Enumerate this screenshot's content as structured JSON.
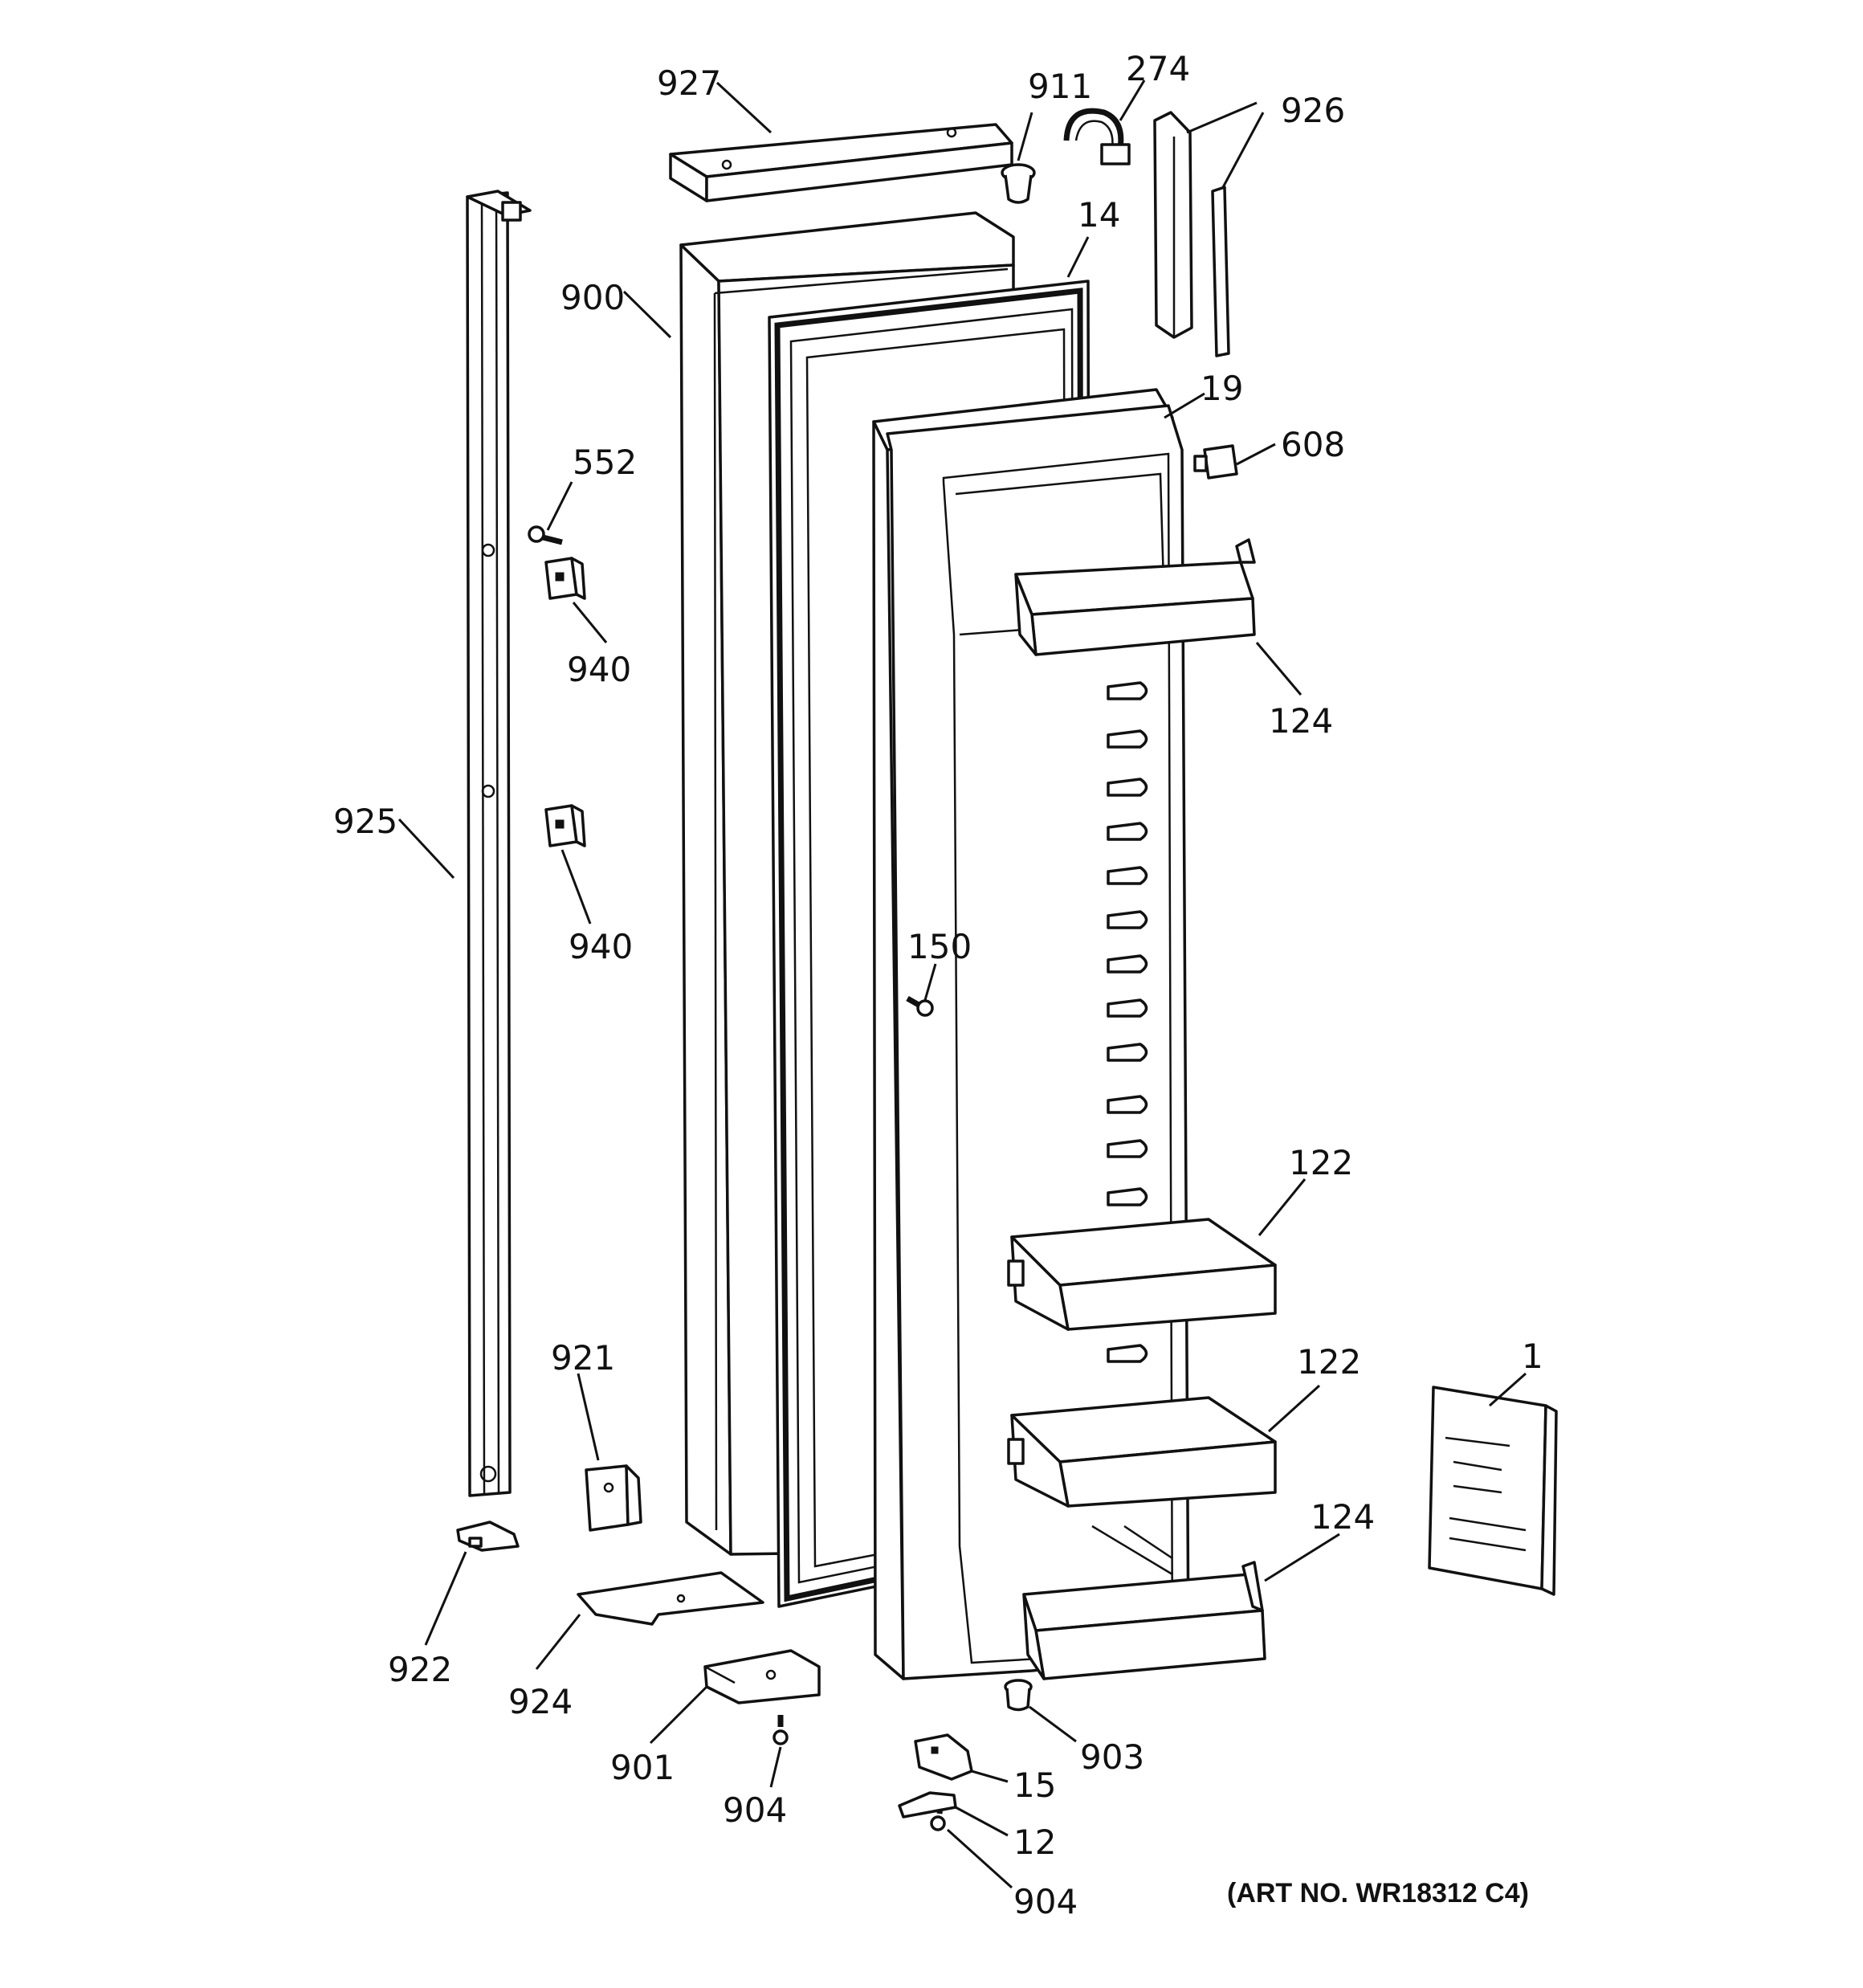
{
  "art_number": "(ART NO. WR18312 C4)",
  "callouts": {
    "c927": "927",
    "c911": "911",
    "c274": "274",
    "c926": "926",
    "c14": "14",
    "c900": "900",
    "c19": "19",
    "c608": "608",
    "c552": "552",
    "c940a": "940",
    "c940b": "940",
    "c124a": "124",
    "c925": "925",
    "c150": "150",
    "c122a": "122",
    "c122b": "122",
    "c1": "1",
    "c921": "921",
    "c124b": "124",
    "c922": "922",
    "c924": "924",
    "c903": "903",
    "c901": "901",
    "c15": "15",
    "c904a": "904",
    "c12": "12",
    "c904b": "904"
  }
}
